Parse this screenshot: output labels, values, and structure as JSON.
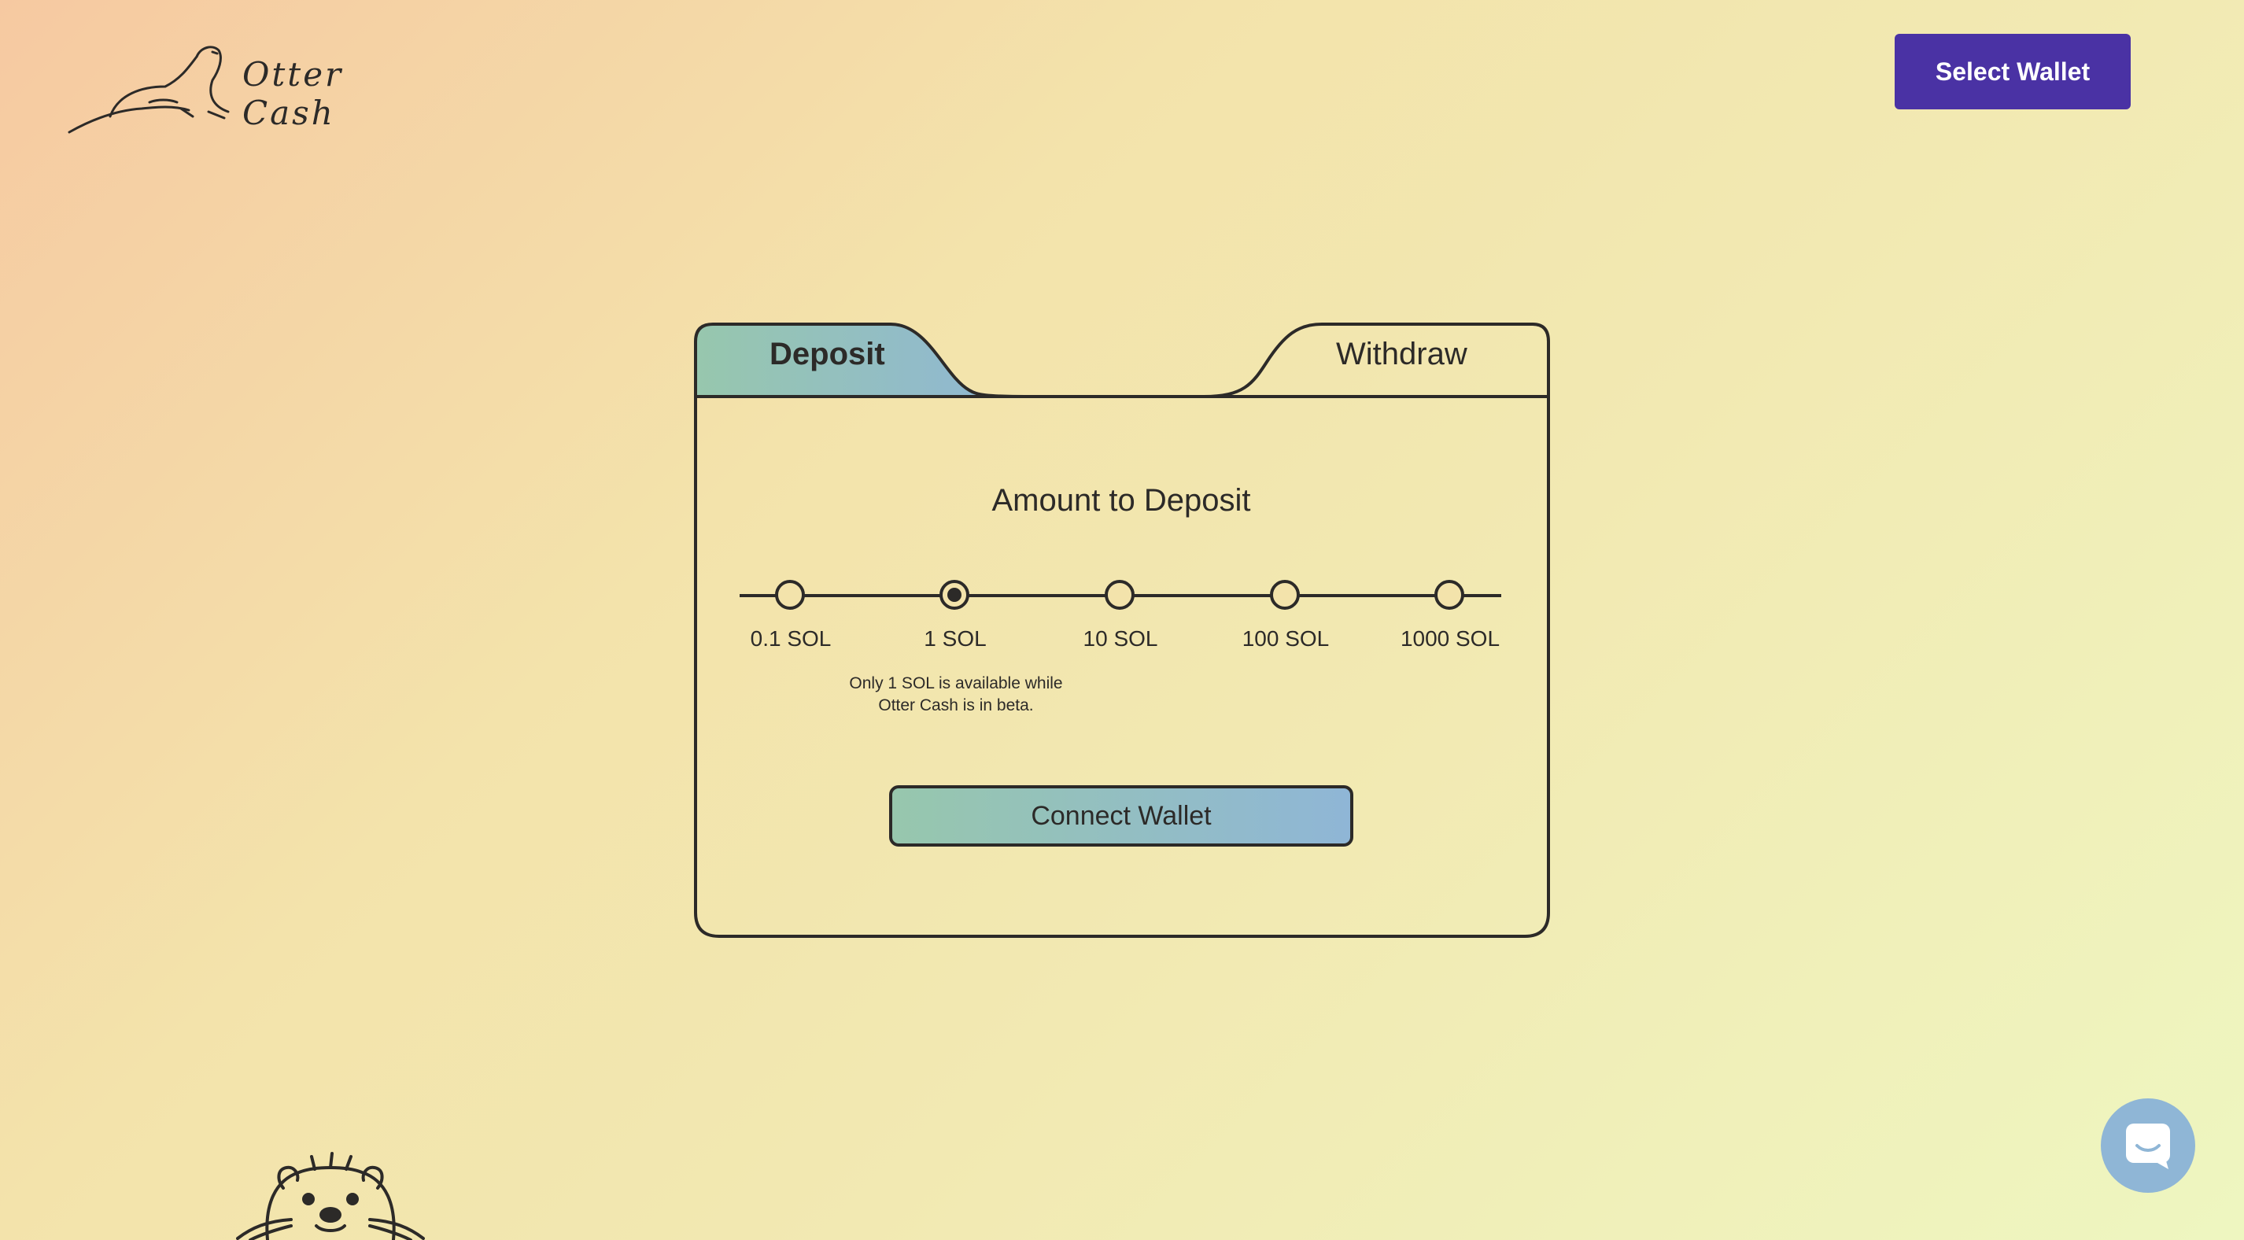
{
  "header": {
    "logo_text": "Otter Cash",
    "select_wallet_label": "Select Wallet"
  },
  "tabs": {
    "deposit_label": "Deposit",
    "withdraw_label": "Withdraw",
    "active": "Deposit"
  },
  "deposit": {
    "title": "Amount to Deposit",
    "options": [
      "0.1 SOL",
      "1 SOL",
      "10 SOL",
      "100 SOL",
      "1000 SOL"
    ],
    "selected_option": "1 SOL",
    "beta_note": "Only 1 SOL is available while Otter Cash is in beta.",
    "connect_label": "Connect Wallet"
  },
  "icons": {
    "logo": "otter-logo-icon",
    "mascot": "otter-face-icon",
    "chat": "chat-icon"
  },
  "colors": {
    "primary_button": "#4a32a4",
    "tab_gradient_start": "#97c7ad",
    "tab_gradient_end": "#8fb6d6",
    "chat_button": "#8fb6d6"
  }
}
